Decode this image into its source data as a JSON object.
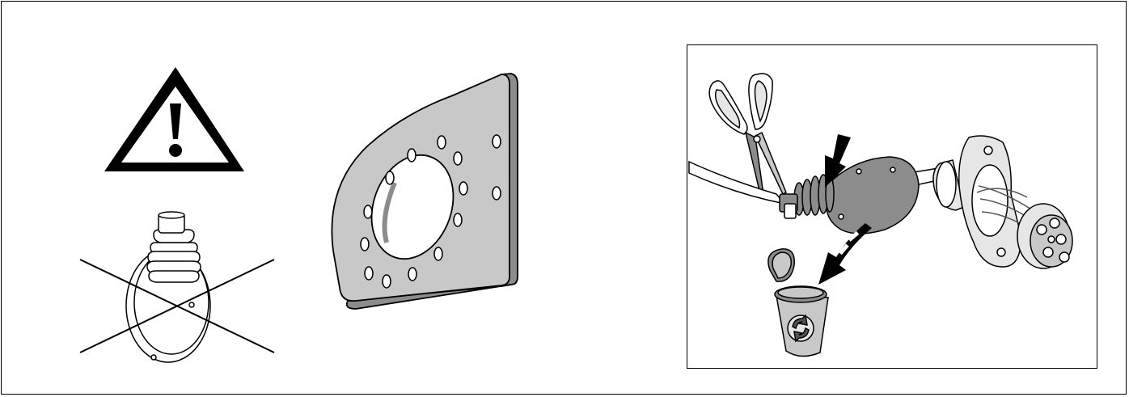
{
  "figure": {
    "panels": [
      {
        "name": "warning-panel",
        "icons": [
          "warning-triangle-icon",
          "crossed-out-old-seal-icon"
        ]
      },
      {
        "name": "mounting-plate-panel",
        "icons": [
          "perforated-mounting-plate-icon"
        ]
      },
      {
        "name": "cut-and-dispose-panel",
        "icons": [
          "scissors-icon",
          "cable-icon",
          "old-seal-icon",
          "connector-socket-icon",
          "arrow-icon",
          "trash-bin-icon",
          "recycle-icon"
        ]
      }
    ],
    "colors": {
      "outline": "#000000",
      "plate_fill": "#c8c8c8",
      "shade_fill": "#8c8c8c",
      "light_fill": "#e6e6e6",
      "background": "#ffffff"
    }
  }
}
